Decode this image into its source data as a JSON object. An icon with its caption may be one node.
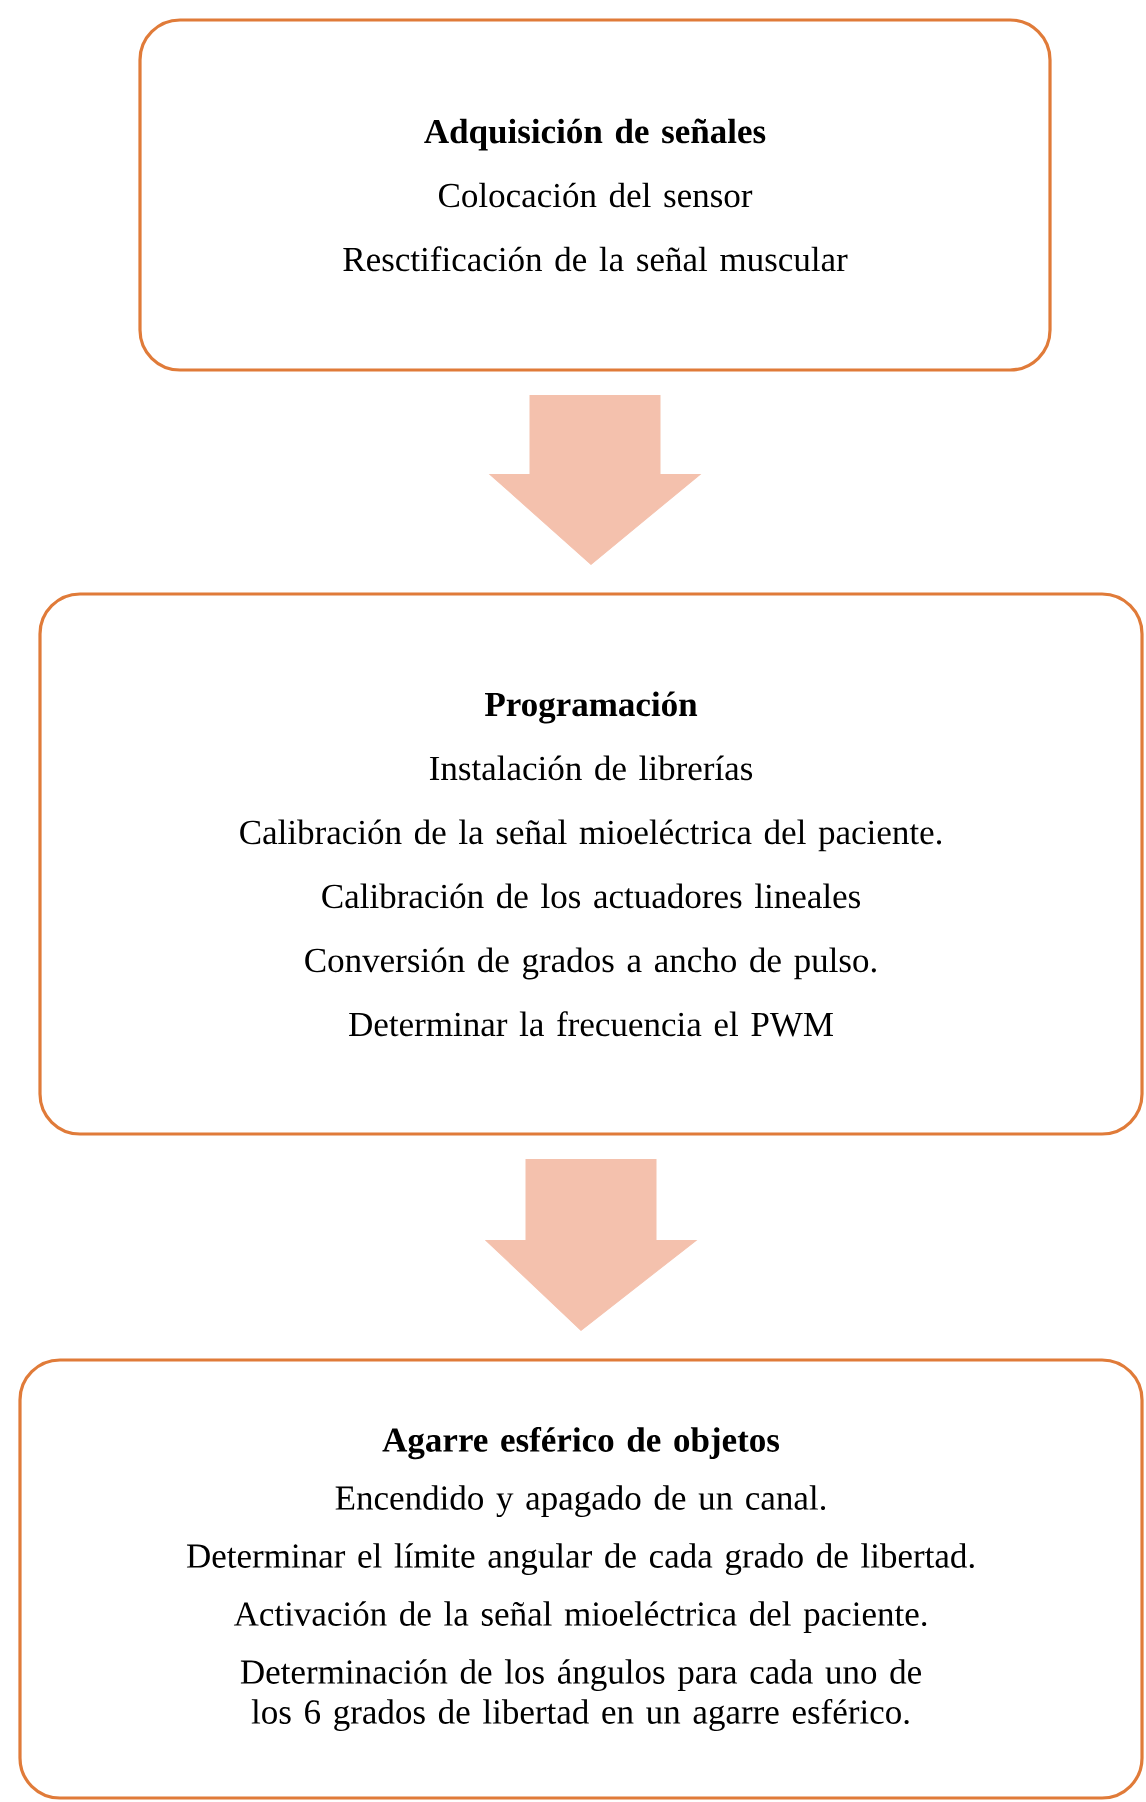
{
  "diagram": {
    "nodes": [
      {
        "text": [
          "Adquisición de señales",
          "Colocación del sensor",
          "Resctificación de la señal muscular"
        ]
      },
      {
        "text": [
          "Programación",
          "Instalación de librerías",
          "Calibración de la señal mioeléctrica del paciente.",
          "Calibración de los actuadores lineales",
          "Conversión de grados a ancho de pulso.",
          "Determinar la frecuencia el PWM"
        ]
      },
      {
        "text": [
          "Agarre esférico de objetos",
          "Encendido  y apagado de un canal.",
          "Determinar el límite angular de cada grado de libertad.",
          "Activación de la señal mioeléctrica del paciente.",
          "Determinación de los ángulos para cada uno de los 6 grados de libertad en un agarre esférico."
        ]
      }
    ],
    "edges": [
      {
        "from": 0,
        "to": 1,
        "arrow": "to"
      },
      {
        "from": 1,
        "to": 2,
        "arrow": "to"
      }
    ]
  }
}
